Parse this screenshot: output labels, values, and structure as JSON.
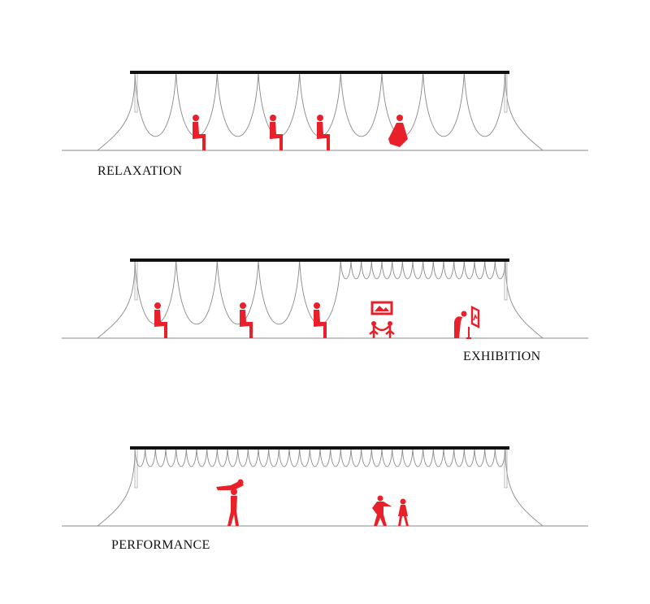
{
  "panels": [
    {
      "id": "relaxation",
      "label": "RELAXATION",
      "large_loops": 9,
      "small_loops": 0,
      "figures": [
        "seated-person",
        "seated-person-reading",
        "seated-person",
        "reclining-person"
      ]
    },
    {
      "id": "exhibition",
      "label": "EXHIBITION",
      "large_loops": 5,
      "small_loops": 16,
      "figures": [
        "seated-person",
        "seated-person",
        "seated-person",
        "framed-picture-with-rope-barrier",
        "person-viewing-easel"
      ]
    },
    {
      "id": "performance",
      "label": "PERFORMANCE",
      "large_loops": 0,
      "small_loops": 36,
      "figures": [
        "dancing-couple-lift",
        "dancing-couple"
      ]
    }
  ],
  "colors": {
    "figure": "#e8202a",
    "beam": "#111111",
    "line": "#888888"
  }
}
